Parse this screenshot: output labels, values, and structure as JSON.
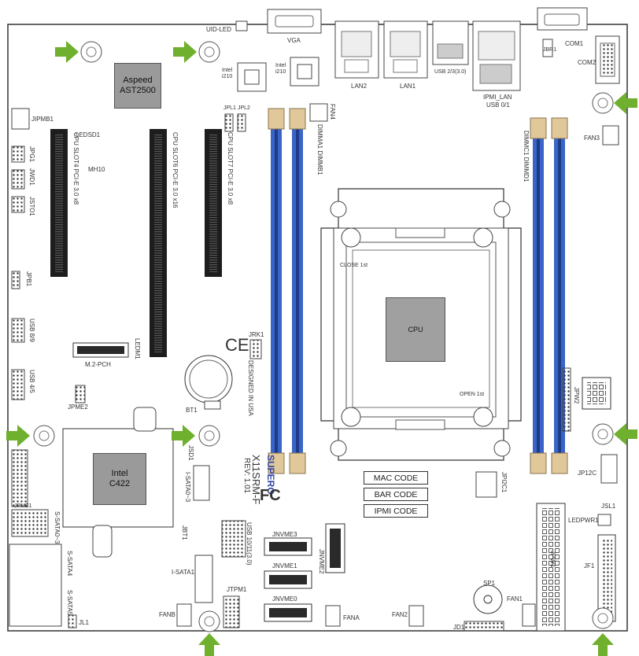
{
  "board": {
    "model": "X11SRM-F",
    "revision": "REV: 1.01",
    "brand": "SUPERO",
    "designed": "DESIGNED IN USA"
  },
  "chips": {
    "bmc": [
      "Aspeed",
      "AST2500"
    ],
    "pch": [
      "Intel",
      "C422"
    ],
    "cpu": "CPU",
    "intel_i210a": [
      "Intel",
      "i210"
    ],
    "intel_i210b": [
      "Intel",
      "i210"
    ]
  },
  "codes": [
    "MAC CODE",
    "BAR CODE",
    "IPMI CODE"
  ],
  "labels": {
    "uid_led": "UID-LED",
    "vga": "VGA",
    "lan2": "LAN2",
    "lan1": "LAN1",
    "usb23": "USB 2/3(3.0)",
    "ipmi_lan": "IPMI_LAN",
    "usb01": "USB 0/1",
    "com1": "COM1",
    "com2": "COM2",
    "ledsd": "LEDSD1",
    "mh10": "MH10",
    "jipmb1": "JIPMB1",
    "jpg1": "JPG1",
    "jwd": "JWD1",
    "jsto": "JSTO1",
    "jpb1": "JPB1",
    "usb8": "USB 8/9",
    "usb45": "USB 4/5",
    "jpme2": "JPME2",
    "m2": "M.2-PCH",
    "ledm": "LEDM1",
    "bt": "BT1",
    "jrk1": "JRK1",
    "fan4": "FAN4",
    "fan3": "FAN3",
    "jpw2": "JPW2",
    "jp12": "JP12C",
    "jbr": "JBR1",
    "slot4": "CPU SLOT4 PCI-E 3.0 x8",
    "slot6": "CPU SLOT6 PCI-E 3.0 x16",
    "slot7": "CPU SLOT7 PCI-E 3.0 x8",
    "dimma": "DIMMA1 DIMMB1",
    "dimmc": "DIMMC1 DIMMD1",
    "close1": "CLOSE 1st",
    "open1": "OPEN 1st",
    "jsd1": "JSD1",
    "isata": "I-SATA0~3",
    "jl1": "JL1",
    "jf1": "JF1",
    "jd1": "JD1",
    "sp1": "SP1",
    "fan1": "FAN1",
    "fan2": "FAN2",
    "fana": "FANA",
    "fanb": "FANB",
    "jtpm1": "JTPM1",
    "isata1": "I-SATA1",
    "ssata": "S-SATA0~3",
    "usb1011": "USB 10/11(3.0)",
    "jnvme0": "JNVME0",
    "jnvme1": "JNVME1",
    "jnvme2": "JNVME2",
    "jnvme3": "JNVME3",
    "jpi2c1": "JPI2C1",
    "jpw1": "JPW1",
    "jsl1": "JSL1",
    "led_pwr": "LEDPWR1",
    "jbt": "JBT1",
    "jpme1": "JPME1",
    "jpl1": "JPL1",
    "jpl2": "JPL2",
    "ssata4": "S-SATA4",
    "ssata5": "S-SATA5"
  },
  "colors": {
    "dimm": "#3a64c8",
    "dimm_latch": "#e0c89a",
    "arrow": "#6fb02e",
    "chip": "#9a9a9a",
    "cpu": "#a0a0a0"
  },
  "legend": {
    "ce": "CE",
    "fc": "FC"
  }
}
